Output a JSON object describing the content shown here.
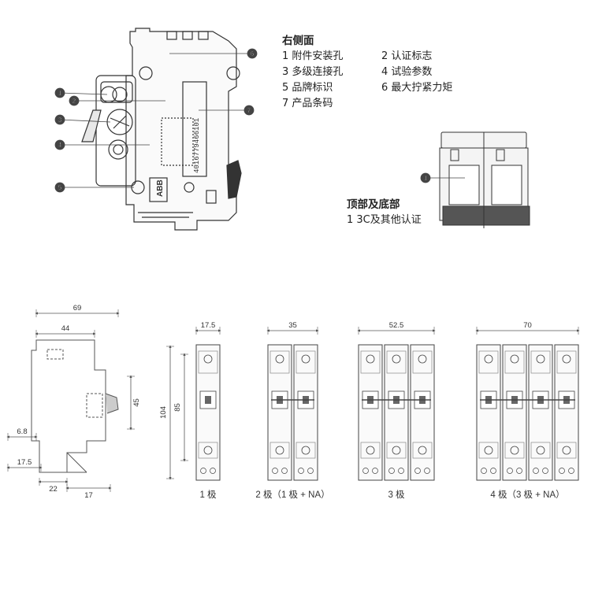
{
  "side_view": {
    "title": "右侧面",
    "items": [
      "1 附件安装孔",
      "2 认证标志",
      "3 多级连接孔",
      "4 试验参数",
      "5 品牌标识",
      "6 最大拧紧力矩",
      "7 产品条码"
    ],
    "callouts": [
      "1",
      "2",
      "3",
      "4",
      "5",
      "6",
      "7"
    ],
    "barcode_text": "4016779466101",
    "brand_text": "ABB"
  },
  "top_bottom_view": {
    "title": "顶部及底部",
    "items": [
      "1 3C及其他认证"
    ],
    "callout": "1"
  },
  "dimensions": {
    "side": {
      "overall_width": "69",
      "inner_width": "44",
      "height": "45",
      "small": "6.8",
      "offset": "17.5",
      "base": "22",
      "foot": "17"
    },
    "front": {
      "height_total": "104",
      "height_body": "85"
    }
  },
  "variants": [
    {
      "width": "17.5",
      "caption": "1 极",
      "poles": 1
    },
    {
      "width": "35",
      "caption": "2 极（1 极 + NA）",
      "poles": 2
    },
    {
      "width": "52.5",
      "caption": "3 极",
      "poles": 3
    },
    {
      "width": "70",
      "caption": "4 极（3 极 + NA）",
      "poles": 4
    }
  ]
}
